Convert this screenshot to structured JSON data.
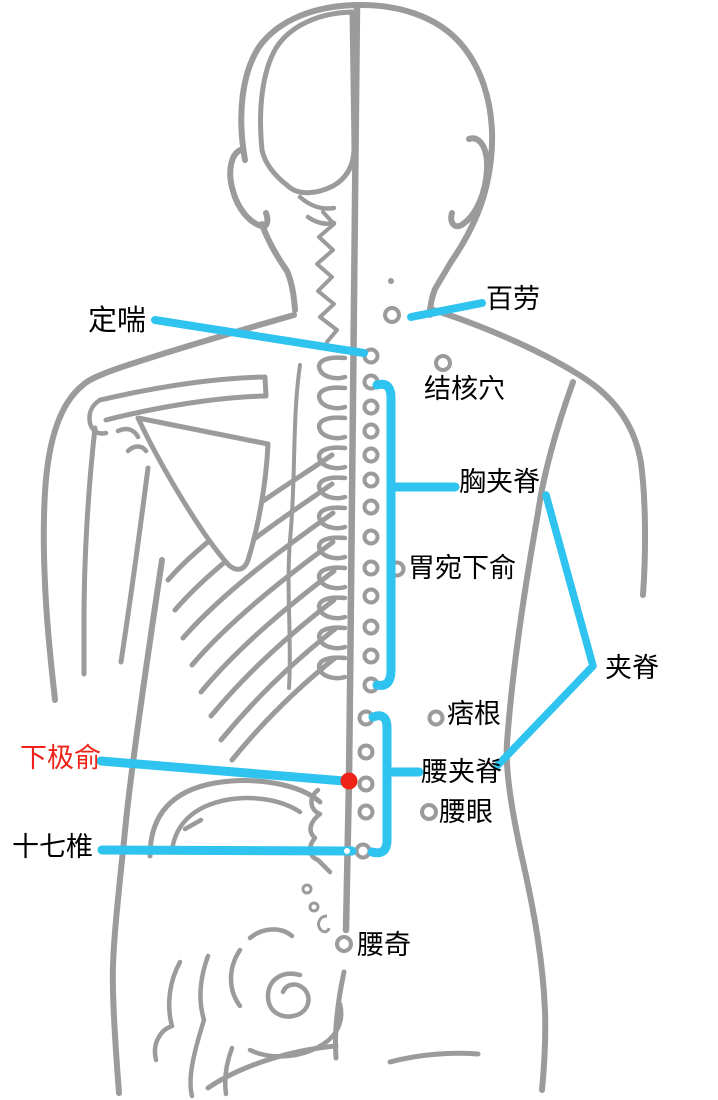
{
  "figure_type": "acupoint-back-diagram",
  "acupoints": [
    {
      "id": "dingchuan",
      "label": "定喘",
      "marker": "donut",
      "highlighted": false
    },
    {
      "id": "bailao",
      "label": "百劳",
      "marker": "donut",
      "highlighted": false
    },
    {
      "id": "jiehexue",
      "label": "结核穴",
      "marker": "donut",
      "highlighted": false
    },
    {
      "id": "xiongjiaji",
      "label": "胸夹脊",
      "marker": "bracket",
      "highlighted": false
    },
    {
      "id": "weiwanxiashu",
      "label": "胃宛下俞",
      "marker": "donut",
      "highlighted": false
    },
    {
      "id": "jiaji",
      "label": "夹脊",
      "marker": "connector",
      "highlighted": false
    },
    {
      "id": "pigen",
      "label": "痞根",
      "marker": "donut",
      "highlighted": false
    },
    {
      "id": "yaojiaji",
      "label": "腰夹脊",
      "marker": "bracket",
      "highlighted": false
    },
    {
      "id": "yaoyan",
      "label": "腰眼",
      "marker": "donut",
      "highlighted": false
    },
    {
      "id": "xiajishu",
      "label": "下极俞",
      "marker": "red-dot",
      "highlighted": true
    },
    {
      "id": "shiqizhui",
      "label": "十七椎",
      "marker": "line",
      "highlighted": false
    },
    {
      "id": "yaoqi",
      "label": "腰奇",
      "marker": "donut",
      "highlighted": false
    }
  ],
  "colors": {
    "annotation": "#2FC3EF",
    "highlight": "#EF2318",
    "line_art": "#9b9b9b",
    "label_text": "#000000",
    "background": "#ffffff"
  }
}
